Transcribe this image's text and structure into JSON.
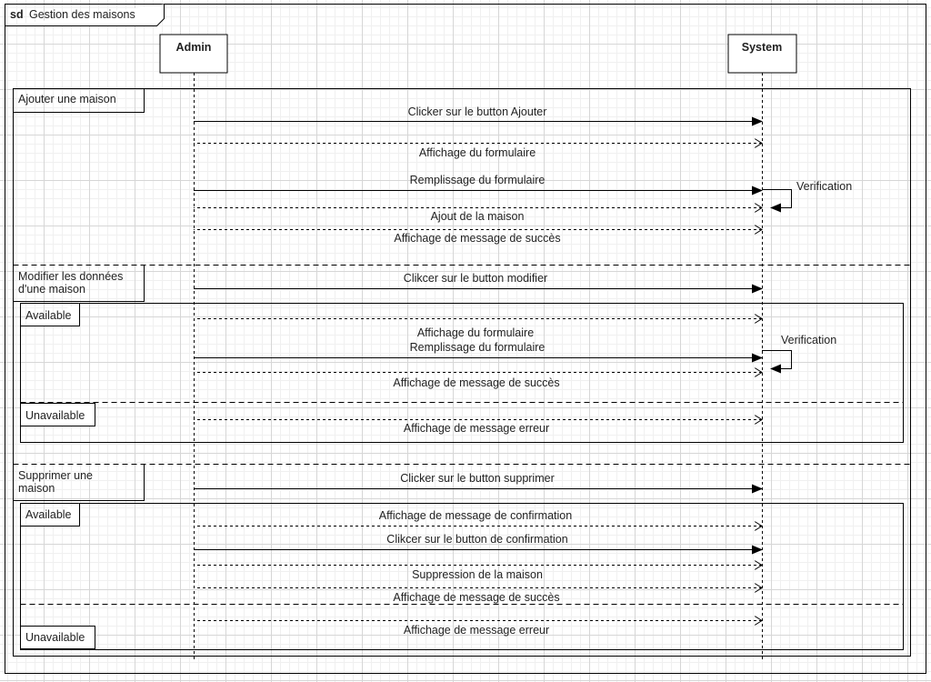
{
  "frame": {
    "keyword": "sd",
    "title": "Gestion des maisons"
  },
  "lifelines": {
    "admin": "Admin",
    "system": "System"
  },
  "fragments": {
    "ajouter": "Ajouter une maison",
    "modifier": [
      "Modifier les données",
      "d'une maison"
    ],
    "supprimer": [
      "Supprimer une",
      "maison"
    ],
    "modifier_available": "Available",
    "modifier_unavailable": "Unavailable",
    "supprimer_available": "Available",
    "supprimer_unavailable": "Unavailable"
  },
  "messages": {
    "m1": "Clicker sur le button Ajouter",
    "m2": "Affichage du formulaire",
    "m3": "Remplissage du formulaire",
    "self1": "Verification",
    "m4": "Ajout de la maison",
    "m5": "Affichage de message de succès",
    "m6": "Clikcer sur le button modifier",
    "m7": "Affichage du formulaire",
    "m8": "Remplissage du formulaire",
    "self2": "Verification",
    "m9": "Affichage de message de succès",
    "m10": "Affichage de message erreur",
    "m11": "Clicker sur le button supprimer",
    "m12": "Affichage de message de confirmation",
    "m13": "Clikcer sur le button de confirmation",
    "m14": "Suppression de la maison",
    "m15": "Affichage de message de succès",
    "m16": "Affichage de message erreur"
  },
  "colors": {
    "line": "#000000",
    "text": "#222222",
    "background": "#ffffff"
  }
}
